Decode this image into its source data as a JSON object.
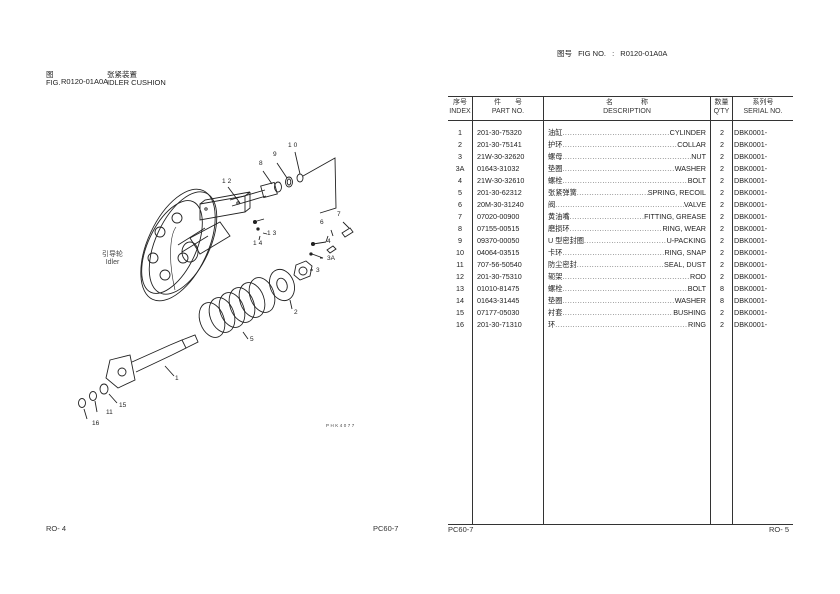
{
  "left_page": {
    "fig_label_cn": "图",
    "fig_label_en": "FIG.",
    "fig_code": "R0120-01A0A",
    "title_cn": "张紧装置",
    "title_en": "IDLER CUSHION",
    "idler_label_cn": "引导轮",
    "idler_label_en": "Idler",
    "drawing_code": "PHK4077",
    "callouts": [
      "1",
      "2",
      "3",
      "3A",
      "4",
      "5",
      "6",
      "7",
      "8",
      "9",
      "10",
      "11",
      "12",
      "13",
      "14",
      "15",
      "16"
    ],
    "footer_left": "RO- 4",
    "footer_right": "PC60-7"
  },
  "right_page": {
    "fig_no_cn": "图号",
    "fig_no_en": "FIG NO.",
    "fig_no_sep": ":",
    "fig_no_value": "R0120-01A0A",
    "headers": {
      "index_cn": "序号",
      "index_en": "INDEX",
      "part_cn": "件　　号",
      "part_en": "PART NO.",
      "desc_cn": "名　　　　称",
      "desc_en": "DESCRIPTION",
      "qty_cn": "数量",
      "qty_en": "Q'TY",
      "serial_cn": "系列号",
      "serial_en": "SERIAL NO."
    },
    "rows": [
      {
        "index": "1",
        "part": "201-30-75320",
        "cn": "油缸",
        "en": "CYLINDER",
        "qty": "2",
        "serial": "DBK0001-"
      },
      {
        "index": "2",
        "part": "201-30-75141",
        "cn": "护环",
        "en": "COLLAR",
        "qty": "2",
        "serial": "DBK0001-"
      },
      {
        "index": "3",
        "part": "21W-30-32620",
        "cn": "螺母",
        "en": "NUT",
        "qty": "2",
        "serial": "DBK0001-"
      },
      {
        "index": "3A",
        "part": "01643-31032",
        "cn": "垫圈",
        "en": "WASHER",
        "qty": "2",
        "serial": "DBK0001-"
      },
      {
        "index": "4",
        "part": "21W-30-32610",
        "cn": "螺栓",
        "en": "BOLT",
        "qty": "2",
        "serial": "DBK0001-"
      },
      {
        "index": "5",
        "part": "201-30-62312",
        "cn": "张紧弹簧",
        "en": "SPRING, RECOIL",
        "qty": "2",
        "serial": "DBK0001-"
      },
      {
        "index": "6",
        "part": "20M-30-31240",
        "cn": "阀",
        "en": "VALVE",
        "qty": "2",
        "serial": "DBK0001-"
      },
      {
        "index": "7",
        "part": "07020-00900",
        "cn": "黄油嘴",
        "en": "FITTING, GREASE",
        "qty": "2",
        "serial": "DBK0001-"
      },
      {
        "index": "8",
        "part": "07155-00515",
        "cn": "磨损环",
        "en": "RING, WEAR",
        "qty": "2",
        "serial": "DBK0001-"
      },
      {
        "index": "9",
        "part": "09370-00050",
        "cn": "U 型密封圈",
        "en": "U-PACKING",
        "qty": "2",
        "serial": "DBK0001-"
      },
      {
        "index": "10",
        "part": "04064-03515",
        "cn": "卡环",
        "en": "RING, SNAP",
        "qty": "2",
        "serial": "DBK0001-"
      },
      {
        "index": "11",
        "part": "707-56-50540",
        "cn": "防尘密封",
        "en": "SEAL, DUST",
        "qty": "2",
        "serial": "DBK0001-"
      },
      {
        "index": "12",
        "part": "201-30-75310",
        "cn": "轭架",
        "en": "ROD",
        "qty": "2",
        "serial": "DBK0001-"
      },
      {
        "index": "13",
        "part": "01010-81475",
        "cn": "螺栓",
        "en": "BOLT",
        "qty": "8",
        "serial": "DBK0001-"
      },
      {
        "index": "14",
        "part": "01643-31445",
        "cn": "垫圈",
        "en": "WASHER",
        "qty": "8",
        "serial": "DBK0001-"
      },
      {
        "index": "15",
        "part": "07177-05030",
        "cn": "衬套",
        "en": "BUSHING",
        "qty": "2",
        "serial": "DBK0001-"
      },
      {
        "index": "16",
        "part": "201-30-71310",
        "cn": "环",
        "en": "RING",
        "qty": "2",
        "serial": "DBK0001-"
      }
    ],
    "footer_left": "PC60-7",
    "footer_right": "RO- 5"
  }
}
